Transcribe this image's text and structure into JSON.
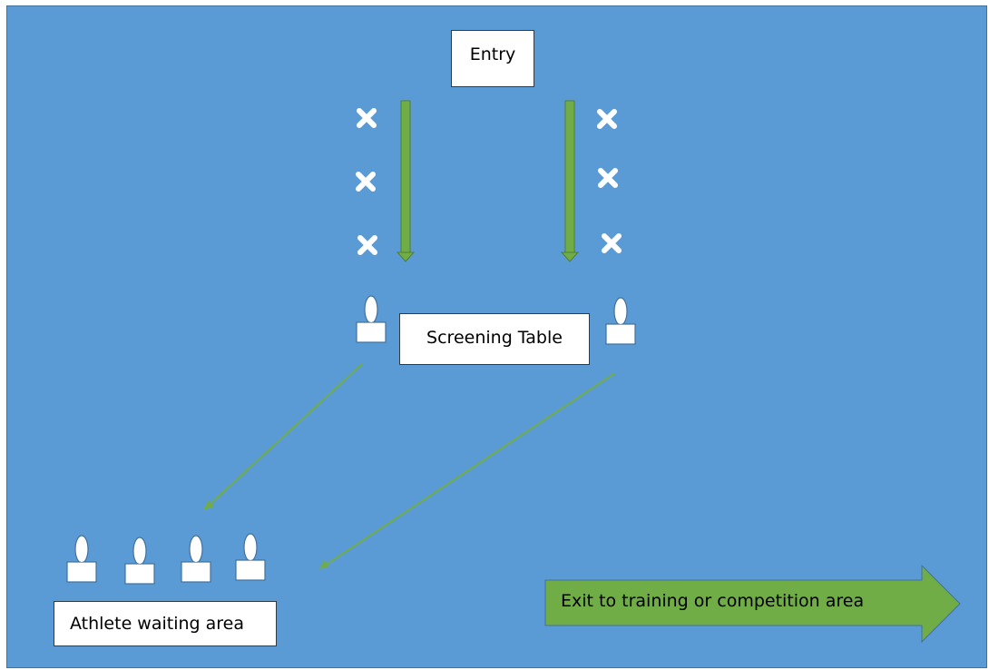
{
  "labels": {
    "entry": "Entry",
    "screening_table": "Screening Table",
    "athlete_waiting_area": "Athlete waiting area",
    "exit": "Exit to training or competition area"
  },
  "colors": {
    "background": "#5b9bd5",
    "arrow_green": "#70ad47",
    "box_fill": "#ffffff"
  },
  "icons": {
    "queue_marker": "x-mark-icon",
    "person": "person-icon"
  }
}
